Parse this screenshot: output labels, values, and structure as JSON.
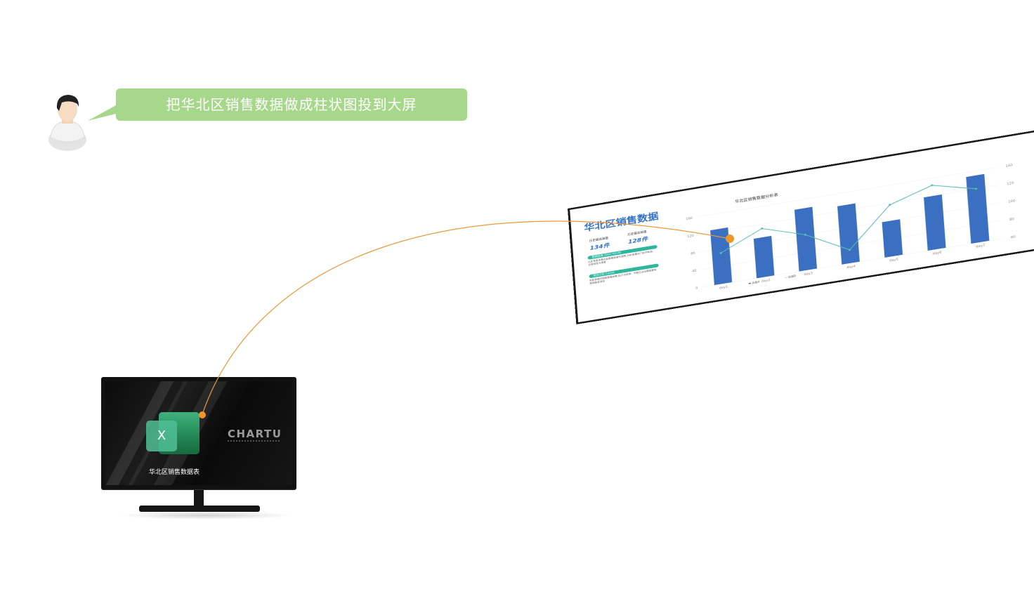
{
  "user_request": "把华北区销售数据做成柱状图投到大屏",
  "desktop": {
    "file_label": "华北区销售数据表",
    "brand": "CHARTU",
    "icon_letter": "X"
  },
  "big_screen": {
    "title": "华北区销售数据",
    "stat_1_label": "历史最高销量",
    "stat_1_value": "134件",
    "stat_2_label": "历史最高销量",
    "stat_2_value": "128件",
    "section_1": "数据结果 Data results",
    "section_1_text": "以此季度来看出此数据呈增长趋势,分析因素为门店中有效、且有效性与季度",
    "section_2": "原因分析 Cause",
    "section_2_text": "依此季度的销售数据来看,由于淡旺季、节假日活动等因素导致销量呈波动",
    "chart_title": "华北区销售数据分析表"
  },
  "chart_data": {
    "type": "bar",
    "title": "华北区销售数据分析表",
    "categories": [
      "day1",
      "day2",
      "day3",
      "day4",
      "day5",
      "day6",
      "day7"
    ],
    "left_axis_ticks": [
      "0",
      "40",
      "80",
      "120",
      "160"
    ],
    "right_axis_ticks": [
      "60",
      "80",
      "100",
      "120",
      "140"
    ],
    "ylim": [
      0,
      160
    ],
    "y2lim": [
      60,
      140
    ],
    "series": [
      {
        "name": "店面A",
        "type": "bar",
        "values": [
          125,
          90,
          140,
          132,
          80,
          120,
          150
        ]
      },
      {
        "name": "店面B",
        "type": "line",
        "values": [
          95,
          115,
          100,
          75,
          118,
          132,
          120
        ]
      }
    ],
    "bar_color": "#3b6fc1",
    "line_color": "#59bdb7",
    "legend": "bottom"
  },
  "colors": {
    "bubble": "#a6d78a",
    "cast_line": "#e89a3a",
    "cast_dot": "#f0962a"
  }
}
